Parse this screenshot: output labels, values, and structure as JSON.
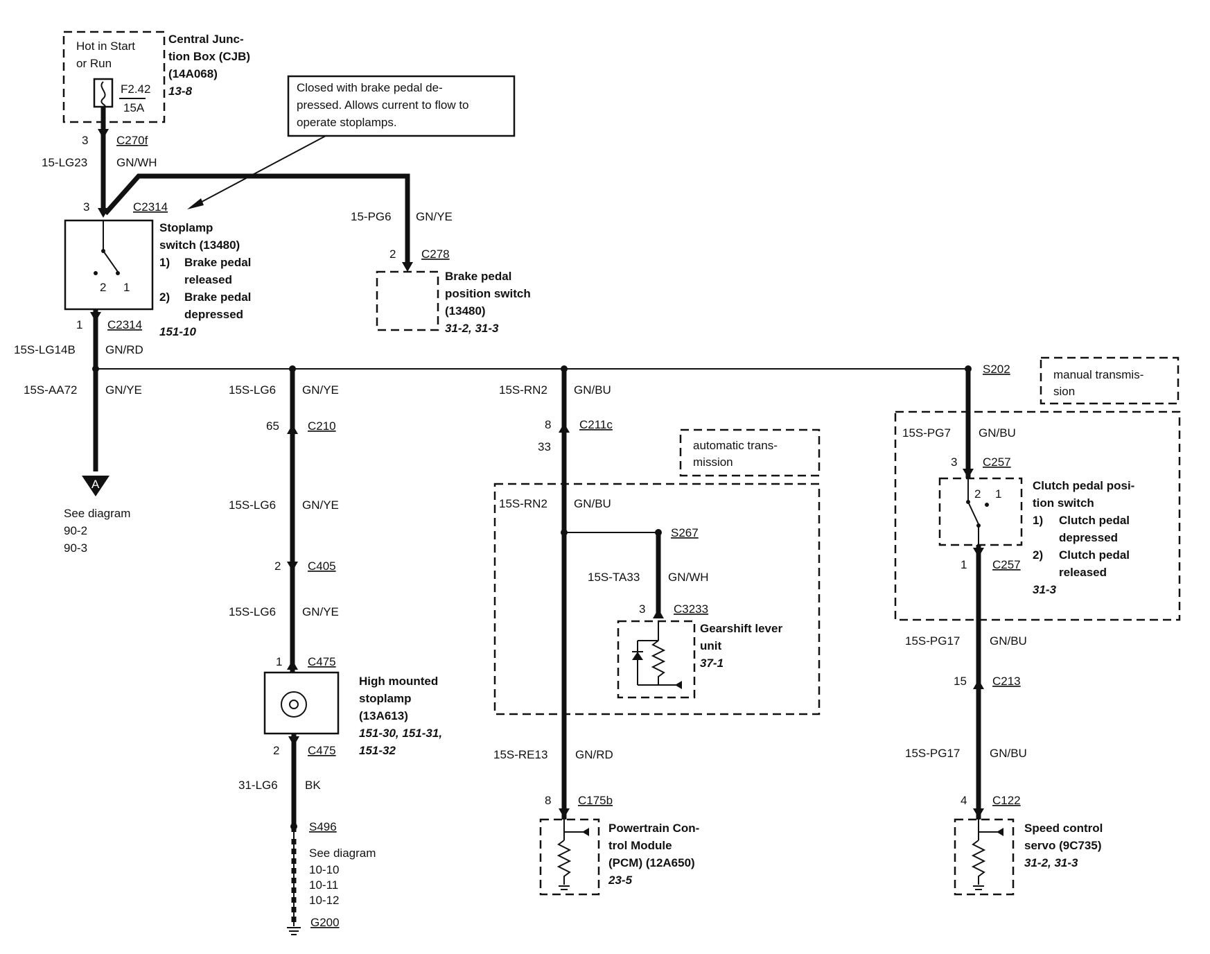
{
  "cjb": {
    "hot": [
      "Hot in Start",
      "or Run"
    ],
    "title": [
      "Central Junc-",
      "tion Box (CJB)",
      "(14A068)"
    ],
    "ref": "13-8",
    "fuse": "F2.42",
    "amps": "15A"
  },
  "callout": [
    "Closed with brake pedal de-",
    "pressed. Allows current to flow to",
    "operate stoplamps."
  ],
  "top": {
    "pin3": "3",
    "c270f": "C270f",
    "c1": "15-LG23",
    "col1": "GN/WH",
    "pin3b": "3",
    "c2314": "C2314",
    "pg6": "15-PG6",
    "pg6col": "GN/YE",
    "pin2": "2",
    "c278": "C278"
  },
  "stoplamp": {
    "title": [
      "Stoplamp",
      "switch (13480)"
    ],
    "items": [
      {
        "num": "1)",
        "lines": [
          "Brake pedal",
          "released"
        ]
      },
      {
        "num": "2)",
        "lines": [
          "Brake pedal",
          "depressed"
        ]
      }
    ],
    "ref": "151-10",
    "p2": "2",
    "p1": "1",
    "pin1": "1",
    "conn": "C2314"
  },
  "bpps": {
    "title": [
      "Brake pedal",
      "position switch",
      "(13480)"
    ],
    "ref": "31-2, 31-3"
  },
  "left": {
    "c1": "15S-LG14B",
    "col1": "GN/RD",
    "c2": "15S-AA72",
    "col2": "GN/YE",
    "arrow": "A",
    "see": [
      "See diagram",
      "90-2",
      "90-3"
    ]
  },
  "hms": {
    "c1": "15S-LG6",
    "col1": "GN/YE",
    "pin65": "65",
    "c210": "C210",
    "c2": "15S-LG6",
    "col2": "GN/YE",
    "pin2": "2",
    "c405": "C405",
    "c3": "15S-LG6",
    "col3": "GN/YE",
    "pin1": "1",
    "c475": "C475",
    "title": [
      "High mounted",
      "stoplamp",
      "(13A613)"
    ],
    "ref": [
      "151-30, 151-31,",
      "151-32"
    ],
    "pin2b": "2",
    "c475b": "C475",
    "c4": "31-LG6",
    "col4": "BK",
    "s496": "S496",
    "see": [
      "See diagram",
      "10-10",
      "10-11",
      "10-12"
    ],
    "g200": "G200"
  },
  "pcm": {
    "c1": "15S-RN2",
    "col1": "GN/BU",
    "pin8": "8",
    "c211c": "C211c",
    "pin33": "33",
    "auto": [
      "automatic trans-",
      "mission"
    ],
    "c2": "15S-RN2",
    "col2": "GN/BU",
    "s267": "S267",
    "ta33": "15S-TA33",
    "ta33col": "GN/WH",
    "pin3": "3",
    "c3233": "C3233",
    "gear": [
      "Gearshift lever",
      "unit"
    ],
    "gearref": "37-1",
    "c3": "15S-RE13",
    "col3": "GN/RD",
    "pin8b": "8",
    "c175b": "C175b",
    "title": [
      "Powertrain Con-",
      "trol Module",
      "(PCM) (12A650)"
    ],
    "ref": "23-5"
  },
  "servo": {
    "s202": "S202",
    "manual": [
      "manual transmis-",
      "sion"
    ],
    "c1": "15S-PG7",
    "col1": "GN/BU",
    "pin3": "3",
    "c257": "C257",
    "cpp": [
      "Clutch pedal posi-",
      "tion switch"
    ],
    "items": [
      {
        "num": "1)",
        "lines": [
          "Clutch pedal",
          "depressed"
        ]
      },
      {
        "num": "2)",
        "lines": [
          "Clutch pedal",
          "released"
        ]
      }
    ],
    "cppref": "31-3",
    "p2": "2",
    "p1": "1",
    "pin1": "1",
    "c257b": "C257",
    "c2": "15S-PG17",
    "col2": "GN/BU",
    "pin15": "15",
    "c213": "C213",
    "c3": "15S-PG17",
    "col3": "GN/BU",
    "pin4": "4",
    "c122": "C122",
    "title": [
      "Speed control",
      "servo (9C735)"
    ],
    "ref": "31-2, 31-3"
  }
}
